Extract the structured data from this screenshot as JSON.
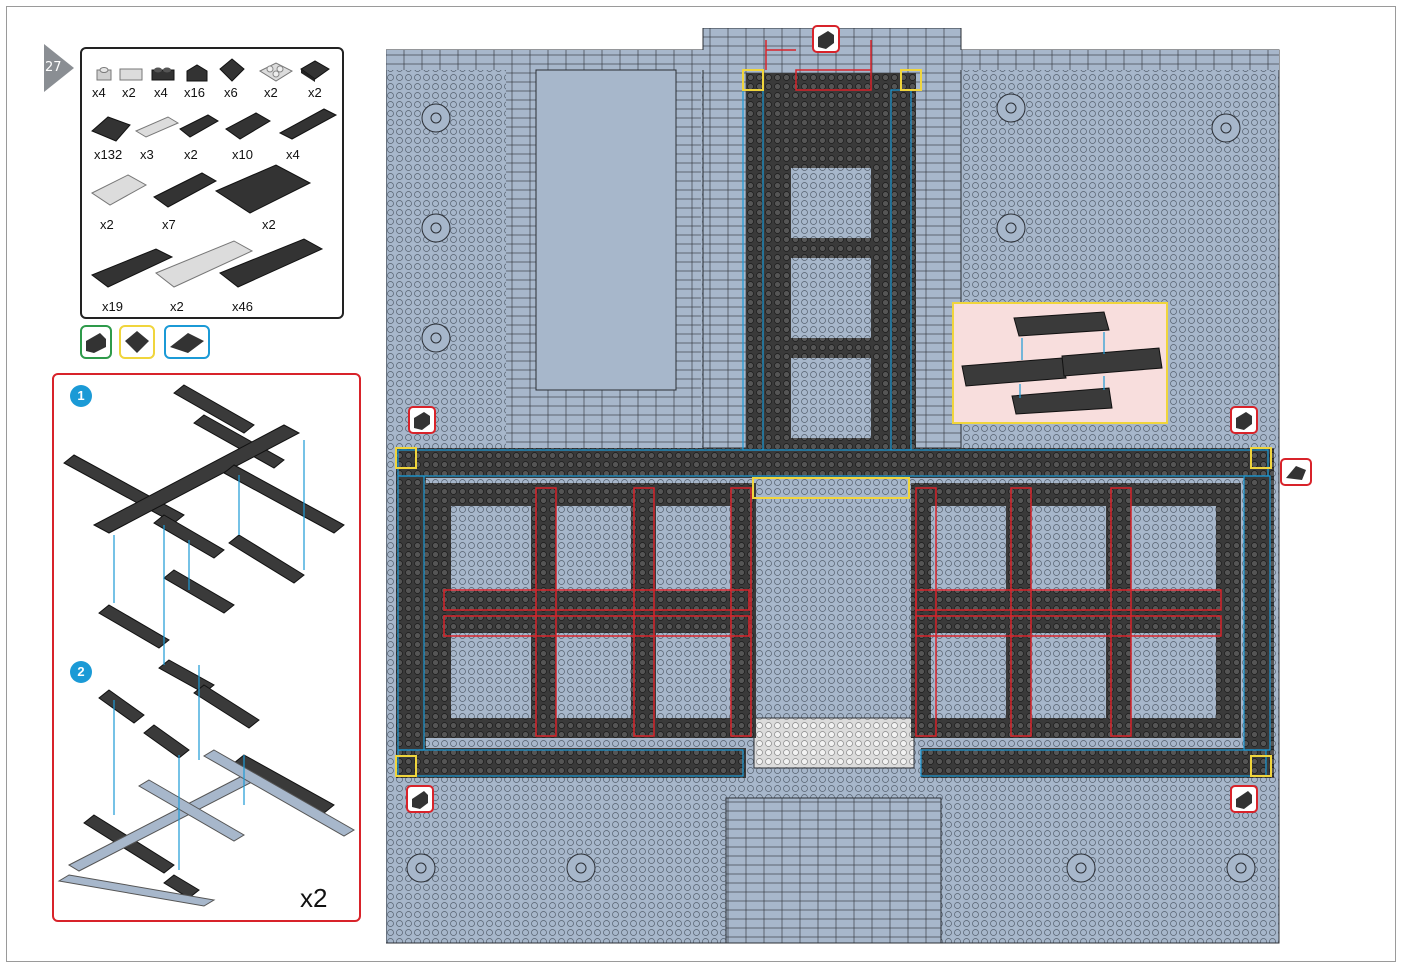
{
  "page": {
    "number": "27"
  },
  "parts_list": [
    {
      "qty": "x4",
      "color": "#c9c9c9"
    },
    {
      "qty": "x2",
      "color": "#d7d7d7"
    },
    {
      "qty": "x4",
      "color": "#2e2e2e"
    },
    {
      "qty": "x16",
      "color": "#2e2e2e"
    },
    {
      "qty": "x6",
      "color": "#2e2e2e"
    },
    {
      "qty": "x2",
      "color": "#d7d7d7"
    },
    {
      "qty": "x2",
      "color": "#2e2e2e"
    },
    {
      "qty": "x132",
      "color": "#2e2e2e"
    },
    {
      "qty": "x3",
      "color": "#d7d7d7"
    },
    {
      "qty": "x2",
      "color": "#2e2e2e"
    },
    {
      "qty": "x10",
      "color": "#2e2e2e"
    },
    {
      "qty": "x4",
      "color": "#2e2e2e"
    },
    {
      "qty": "x2",
      "color": "#d7d7d7"
    },
    {
      "qty": "x7",
      "color": "#2e2e2e"
    },
    {
      "qty": "x2",
      "color": "#2e2e2e"
    },
    {
      "qty": "x19",
      "color": "#2e2e2e"
    },
    {
      "qty": "x2",
      "color": "#d7d7d7"
    },
    {
      "qty": "x46",
      "color": "#2e2e2e"
    }
  ],
  "legend": [
    {
      "color": "#2e9a4a",
      "icon": "slope-brick-icon"
    },
    {
      "color": "#f0d53c",
      "icon": "wedge-brick-icon"
    },
    {
      "color": "#1b9ad6",
      "icon": "slope-brick-icon"
    }
  ],
  "substeps": {
    "step1": "1",
    "step2": "2",
    "multiplier": "x2"
  },
  "colors": {
    "plate_blue": "#a7b7cb",
    "brick_dark": "#3a3a3a",
    "highlight_red": "#d8232a",
    "highlight_blue": "#1b9ad6",
    "highlight_yellow": "#f0d53c",
    "grid_line": "#2b2f36"
  }
}
